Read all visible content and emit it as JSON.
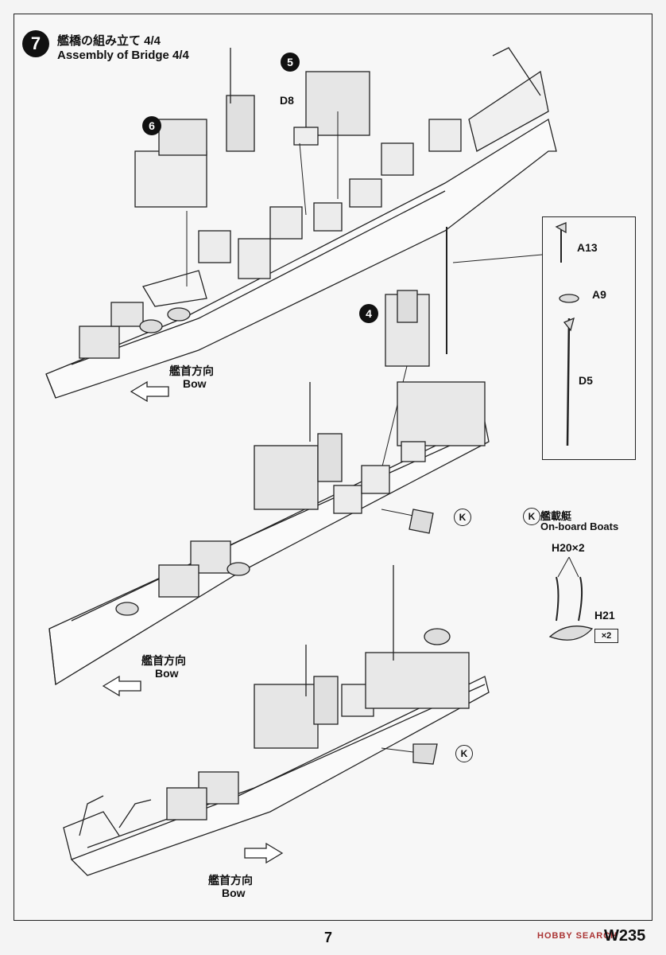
{
  "step": {
    "number": "7",
    "title_jp": "艦橋の組み立て 4/4",
    "title_en": "Assembly of Bridge 4/4"
  },
  "sub_steps": [
    "6",
    "5",
    "4"
  ],
  "parts": {
    "d8": "D8",
    "a13": "A13",
    "a9": "A9",
    "d5": "D5",
    "h20": "H20×2",
    "h21": "H21",
    "x2": "×2"
  },
  "boats": {
    "marker": "K",
    "label_jp": "艦載艇",
    "label_en": "On-board Boats"
  },
  "bow": {
    "label_jp": "艦首方向",
    "label_en": "Bow"
  },
  "footer": {
    "page_number": "7",
    "product_code": "W235",
    "watermark": "HOBBY SEARCH"
  }
}
